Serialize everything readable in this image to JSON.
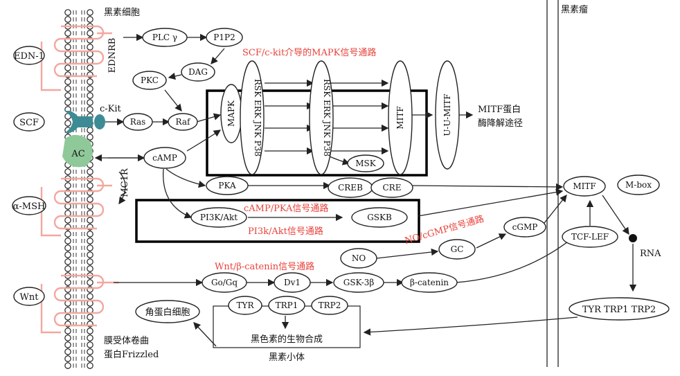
{
  "labels": {
    "melanocyte": "黑素细胞",
    "melanoma": "黑素瘤",
    "edn1": "EDN-1",
    "ednrb": "EDNRB",
    "ckit": "c-Kit",
    "scf": "SCF",
    "ac": "AC",
    "mc1r": "MC1R",
    "amsh": "α-MSH",
    "wnt": "Wnt",
    "frizzled1": "膜受体卷曲",
    "frizzled2": "蛋白Frizzled",
    "plcg": "PLC γ",
    "p1p2": "P1P2",
    "dag": "DAG",
    "pkc": "PKC",
    "ras": "Ras",
    "raf": "Raf",
    "camp": "cAMP",
    "pka": "PKA",
    "pi3k": "PI3K/Akt",
    "gskb": "GSKB",
    "mapk": "MAPK",
    "rsk_chain": "RSK ERK JNK P38",
    "mitf_v": "MITF",
    "uumitf": "U-U-MITF",
    "mitf_deg1": "MITF蛋白",
    "mitf_deg2": "酶降解途径",
    "msk": "MSK",
    "creb": "CREB",
    "cre": "CRE",
    "mitf": "MITF",
    "mbox": "M-box",
    "no": "NO",
    "gc": "GC",
    "cgmp": "cGMP",
    "tcflef": "TCF-LEF",
    "rna": "RNA",
    "gogq": "Go/Gq",
    "dv1": "Dv1",
    "gsk3b": "GSK-3β",
    "bcatenin": "β-catenin",
    "keratinocyte": "角蛋白细胞",
    "tyr": "TYR",
    "trp1": "TRP1",
    "trp2": "TRP2",
    "tyr_trp": "TYR TRP1 TRP2",
    "synthesis": "黑色素的生物合成",
    "melanosome": "黑素小体"
  },
  "pathways": {
    "mapk": "SCF/c-kit介导的MAPK信号通路",
    "camp_pka": "cAMP/PKA信号通路",
    "pi3k": "PI3k/Akt信号通路",
    "no_cgmp": "NO/cGMP信号通路",
    "wnt": "Wnt/β-catenin信号通路"
  },
  "colors": {
    "pathway_text": "#e8413a",
    "receptor": "#f2a79f",
    "ckit": "#3d8c95",
    "ac": "#8fc99a"
  }
}
